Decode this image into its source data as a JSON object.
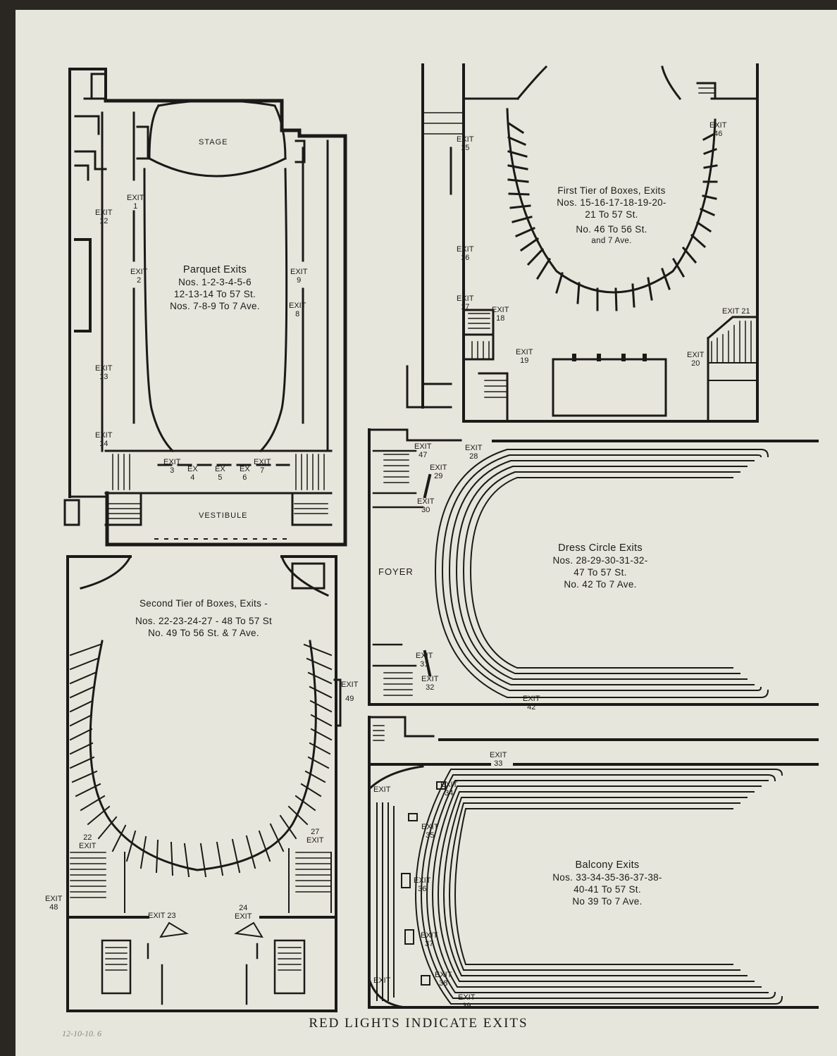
{
  "stage": "STAGE",
  "vestibule": "VESTIBULE",
  "foyer": "FOYER",
  "parquet": {
    "title": "Parquet Exits",
    "line1": "Nos. 1-2-3-4-5-6",
    "line2": "12-13-14  To  57 St.",
    "line3": "Nos. 7-8-9  To  7 Ave."
  },
  "first_tier": {
    "title": "First Tier of Boxes, Exits",
    "line1": "Nos. 15-16-17-18-19-20-",
    "line2": "21  To  57 St.",
    "line3": "No.  46  To  56 St.",
    "line4": "and  7 Ave."
  },
  "second_tier": {
    "title": "Second Tier of Boxes, Exits -",
    "line1": "Nos. 22-23-24-27 - 48  To  57 St",
    "line2": "No.  49  To  56 St. & 7 Ave."
  },
  "dress_circle": {
    "title": "Dress Circle Exits",
    "line1": "Nos. 28-29-30-31-32-",
    "line2": "47  To  57 St.",
    "line3": "No. 42  To  7 Ave."
  },
  "balcony": {
    "title": "Balcony Exits",
    "line1": "Nos. 33-34-35-36-37-38-",
    "line2": "40-41  To  57 St.",
    "line3": "No 39  To  7 Ave."
  },
  "exit_word": "EXIT",
  "ex_word": "EX",
  "exit_numbers": {
    "e1": "1",
    "e2": "2",
    "e3": "3",
    "e4": "4",
    "e5": "5",
    "e6": "6",
    "e7": "7",
    "e8": "8",
    "e9": "9",
    "e12": "12",
    "e13": "13",
    "e14": "14",
    "e15": "15",
    "e16": "16",
    "e17": "17",
    "e18": "18",
    "e19": "19",
    "e20": "20",
    "e21": "21",
    "e22": "22",
    "e23": "23",
    "e24": "24",
    "e27": "27",
    "e28": "28",
    "e29": "29",
    "e30": "30",
    "e31": "31",
    "e32": "32",
    "e33": "33",
    "e34": "34",
    "e35": "35",
    "e36": "36",
    "e37": "37",
    "e38": "38",
    "e39": "39",
    "e42": "42",
    "e46": "46",
    "e47": "47",
    "e48": "48",
    "e49": "49"
  },
  "footer": "RED LIGHTS INDICATE EXITS",
  "pencil_note": "12-10-10. 6"
}
